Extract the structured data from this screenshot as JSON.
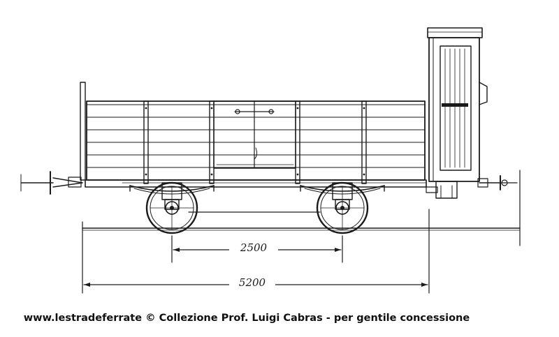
{
  "drawing": {
    "dimension_wheelbase": "2500",
    "dimension_overall_length": "5200"
  },
  "caption": {
    "text": "www.lestradeferrate © Collezione Prof. Luigi Cabras - per gentile concessione"
  }
}
